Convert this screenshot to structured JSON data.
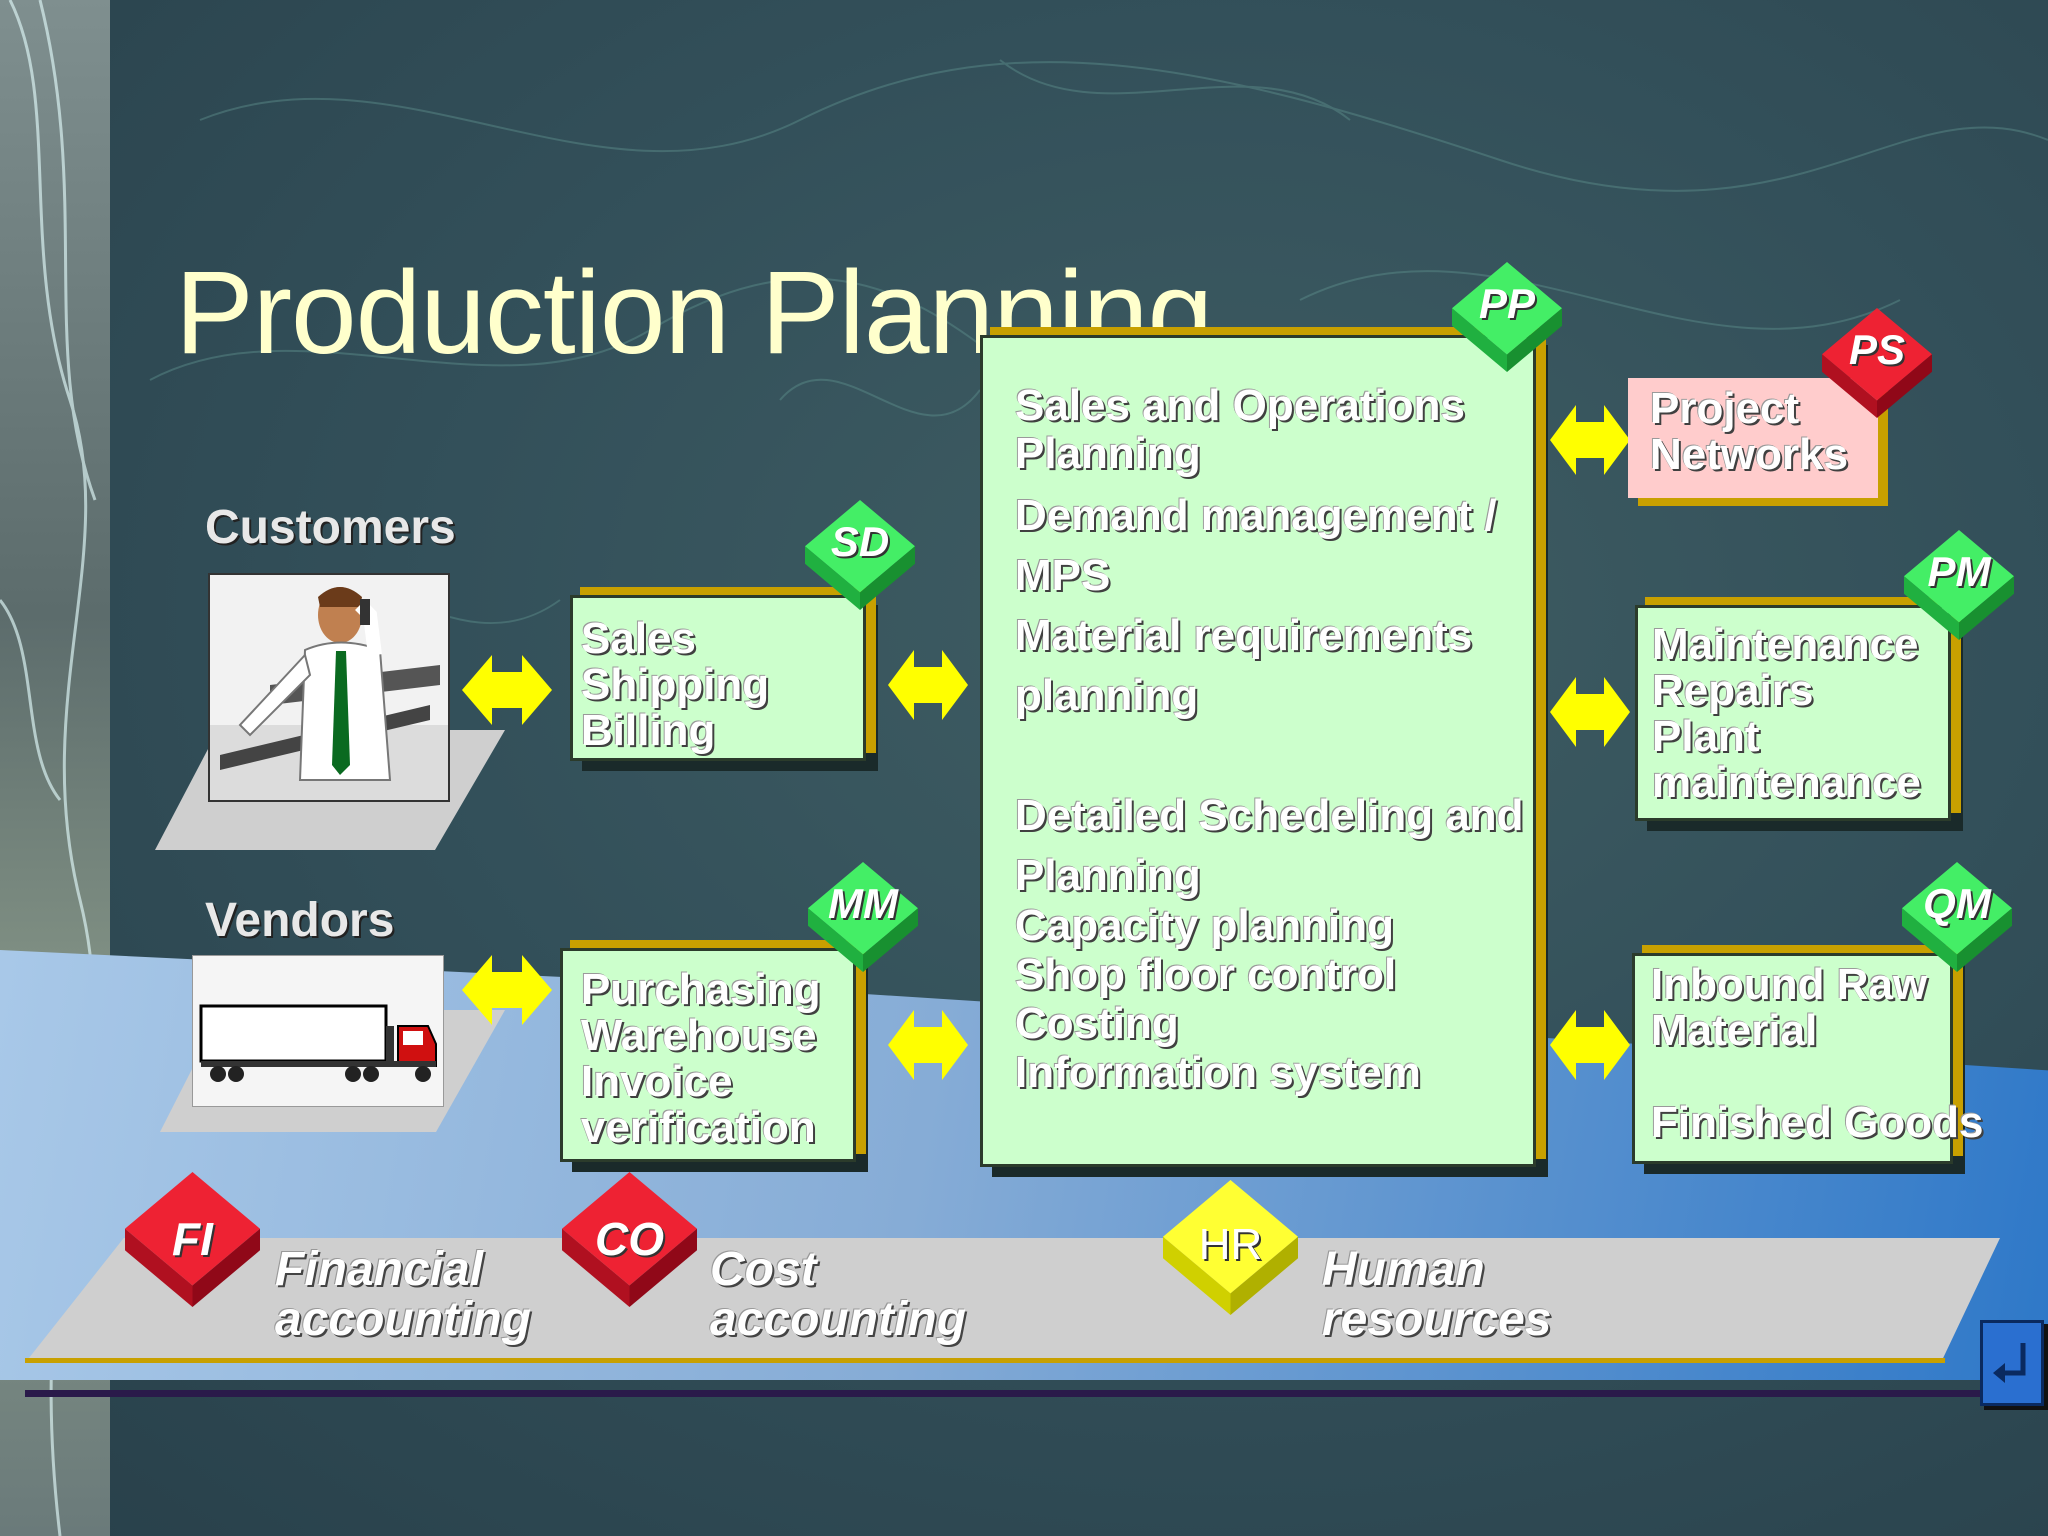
{
  "slide": {
    "title": "Production Planning"
  },
  "left": {
    "customers_label": "Customers",
    "vendors_label": "Vendors"
  },
  "modules": {
    "sd": {
      "code": "SD",
      "text": "Sales\nShipping\nBilling"
    },
    "mm": {
      "code": "MM",
      "text": "Purchasing\nWarehouse\nInvoice\nverification"
    },
    "pp": {
      "code": "PP",
      "lines": [
        "Sales and Operations",
        "Planning",
        "Demand management /",
        "MPS",
        "Material requirements",
        "planning",
        "Detailed Schedeling and",
        "Planning",
        "Capacity planning",
        "Shop floor control",
        "Costing",
        "Information system"
      ]
    },
    "ps": {
      "code": "PS",
      "text": "Project\nNetworks"
    },
    "pm": {
      "code": "PM",
      "text": "Maintenance\nRepairs\nPlant\nmaintenance"
    },
    "qm": {
      "code": "QM",
      "text": "Inbound Raw\nMaterial\n\nFinished Goods"
    }
  },
  "band": {
    "fi": {
      "code": "FI",
      "text": "Financial\naccounting"
    },
    "co": {
      "code": "CO",
      "text": "Cost\naccounting"
    },
    "hr": {
      "code": "HR",
      "text": "Human\nresources"
    }
  },
  "colors": {
    "box_fill": "#ccffcc",
    "box_shadow_gold": "#c8a000",
    "green_diamond": "#44ee66",
    "red_diamond": "#ee2233",
    "yellow_diamond": "#ffff33",
    "arrow": "#ffff00",
    "title": "#ffffcc",
    "pink_box": "#ffcccc"
  },
  "nav": {
    "icon": "return-arrow-icon"
  }
}
